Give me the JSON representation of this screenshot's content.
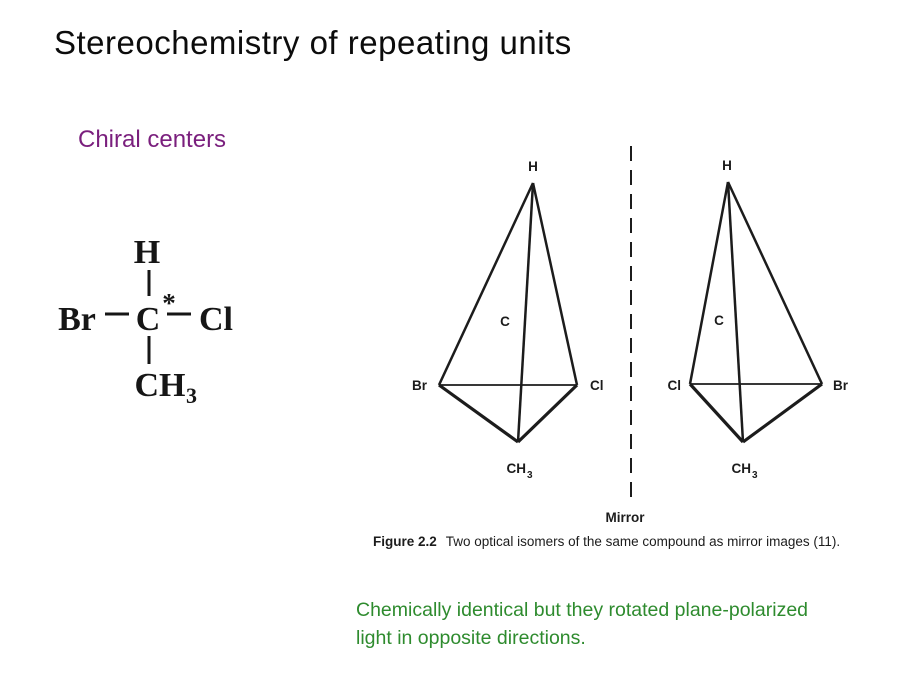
{
  "slide": {
    "title": "Stereochemistry of repeating units",
    "subtitle": "Chiral centers",
    "note_line1": "Chemically identical but they rotated plane-polarized",
    "note_line2": "light in opposite directions."
  },
  "structure": {
    "top_atom": "H",
    "center_atom": "C",
    "chiral_star": "*",
    "left_atom": "Br",
    "right_atom": "Cl",
    "bottom_group_main": "CH",
    "bottom_group_sub": "3"
  },
  "figure": {
    "left_isomer": {
      "top_atom": "H",
      "center_atom": "C",
      "left_atom": "Br",
      "right_atom": "Cl",
      "bottom_group_main": "CH",
      "bottom_group_sub": "3"
    },
    "right_isomer": {
      "top_atom": "H",
      "center_atom": "C",
      "left_atom": "Cl",
      "right_atom": "Br",
      "bottom_group_main": "CH",
      "bottom_group_sub": "3"
    },
    "mirror_label": "Mirror",
    "caption_bold": "Figure 2.2",
    "caption_text": "Two optical isomers of the same compound as mirror images (11)."
  },
  "colors": {
    "background": "#ffffff",
    "title_ink": "#0c0c0c",
    "subtitle_purple": "#7a1f7d",
    "note_green": "#2e8b2e",
    "figure_ink": "#1c1c1c"
  }
}
